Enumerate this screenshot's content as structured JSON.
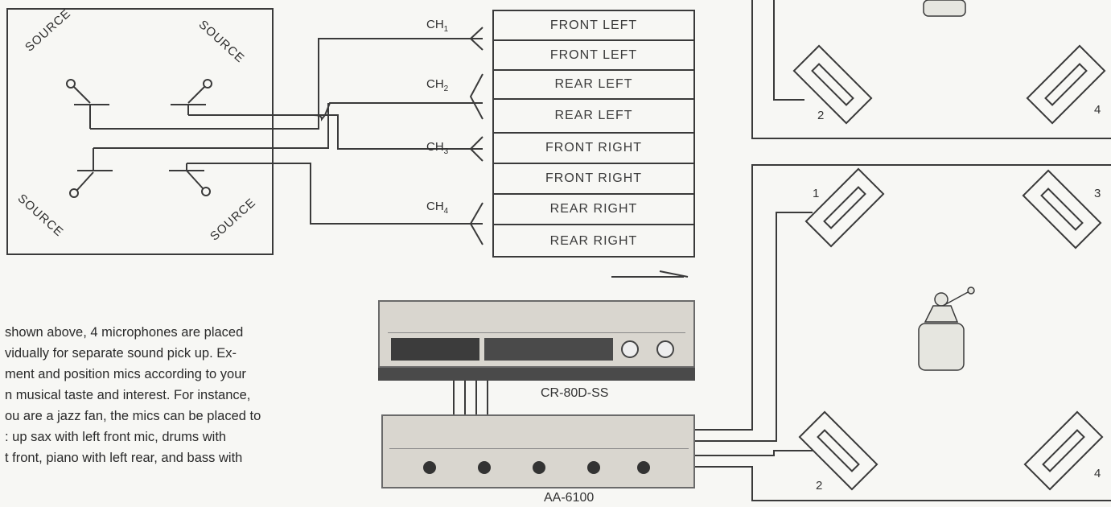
{
  "source_labels": [
    "SOURCE",
    "SOURCE",
    "SOURCE",
    "SOURCE"
  ],
  "channels": [
    {
      "label": "CH",
      "sub": "1"
    },
    {
      "label": "CH",
      "sub": "2"
    },
    {
      "label": "CH",
      "sub": "3"
    },
    {
      "label": "CH",
      "sub": "4"
    }
  ],
  "outputs": [
    "FRONT LEFT",
    "FRONT LEFT",
    "REAR LEFT",
    "REAR LEFT",
    "FRONT RIGHT",
    "FRONT RIGHT",
    "REAR RIGHT",
    "REAR RIGHT"
  ],
  "paragraph": "shown above, 4 microphones are placed vidually for separate sound pick up. Ex- ment and position mics according to your n musical taste and interest. For instance, ou are a jazz fan, the mics can be placed to : up sax with left front mic, drums with t front, piano with left rear, and bass with",
  "paragraph_lines": [
    "shown above, 4 microphones are placed",
    "vidually for separate sound pick up. Ex-",
    "ment and position mics according to your",
    "n musical taste and interest. For instance,",
    "ou are a jazz fan, the mics can be placed to",
    ": up sax with left front mic, drums with",
    "t front, piano with left rear, and bass with"
  ],
  "models": {
    "deck": "CR-80D-SS",
    "amp": "AA-6100"
  },
  "speaker_numbers": {
    "top_left": "2",
    "top_right": "4",
    "bottom_front_left": "1",
    "bottom_front_right": "3",
    "bottom_rear_left": "2",
    "bottom_rear_right": "4"
  }
}
